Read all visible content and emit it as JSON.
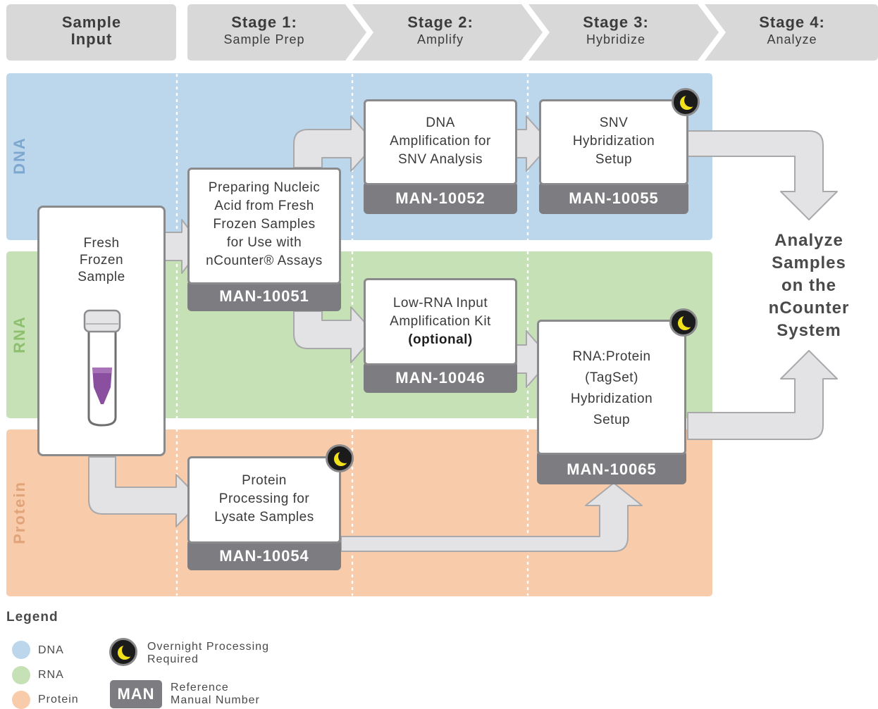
{
  "header": {
    "sample_input": {
      "title": "Sample",
      "sub": "Input"
    },
    "stages": [
      {
        "title": "Stage 1:",
        "sub": "Sample Prep"
      },
      {
        "title": "Stage 2:",
        "sub": "Amplify"
      },
      {
        "title": "Stage 3:",
        "sub": "Hybridize"
      },
      {
        "title": "Stage 4:",
        "sub": "Analyze"
      }
    ]
  },
  "lanes": {
    "dna": "DNA",
    "rna": "RNA",
    "protein": "Protein"
  },
  "sample": {
    "line1": "Fresh",
    "line2": "Frozen",
    "line3": "Sample"
  },
  "boxes": {
    "prep": {
      "lines": [
        "Preparing Nucleic",
        "Acid from Fresh",
        "Frozen Samples",
        "for Use with",
        "nCounter® Assays"
      ],
      "code": "MAN-10051"
    },
    "dna_amp": {
      "lines": [
        "DNA",
        "Amplification for",
        "SNV Analysis"
      ],
      "code": "MAN-10052"
    },
    "snv_hyb": {
      "lines": [
        "SNV",
        "Hybridization",
        "Setup"
      ],
      "code": "MAN-10055"
    },
    "low_rna": {
      "lines": [
        "Low-RNA Input",
        "Amplification Kit"
      ],
      "optional": "(optional)",
      "code": "MAN-10046"
    },
    "rna_protein": {
      "lines": [
        "RNA:Protein",
        "(TagSet)",
        "Hybridization",
        "Setup"
      ],
      "code": "MAN-10065"
    },
    "protein_proc": {
      "lines": [
        "Protein",
        "Processing for",
        "Lysate Samples"
      ],
      "code": "MAN-10054"
    }
  },
  "analyze": {
    "lines": [
      "Analyze",
      "Samples",
      "on the",
      "nCounter",
      "System"
    ]
  },
  "legend": {
    "title": "Legend",
    "dna": "DNA",
    "rna": "RNA",
    "protein": "Protein",
    "overnight": [
      "Overnight Processing",
      "Required"
    ],
    "man_badge": "MAN",
    "reference": [
      "Reference",
      "Manual Number"
    ]
  },
  "colors": {
    "dna_lane": "#bcd6ec",
    "rna_lane": "#c6e1b6",
    "protein_lane": "#f8cbaa",
    "dna_label": "#7ea7cf",
    "rna_label": "#8ebf6e",
    "protein_label": "#e0a47a",
    "header_bg": "#d8d8d9",
    "man_gray": "#7d7c80",
    "arrow_fill": "#e3e2e4",
    "arrow_stroke": "#a9a8ab",
    "moon": "#f2e21c"
  }
}
